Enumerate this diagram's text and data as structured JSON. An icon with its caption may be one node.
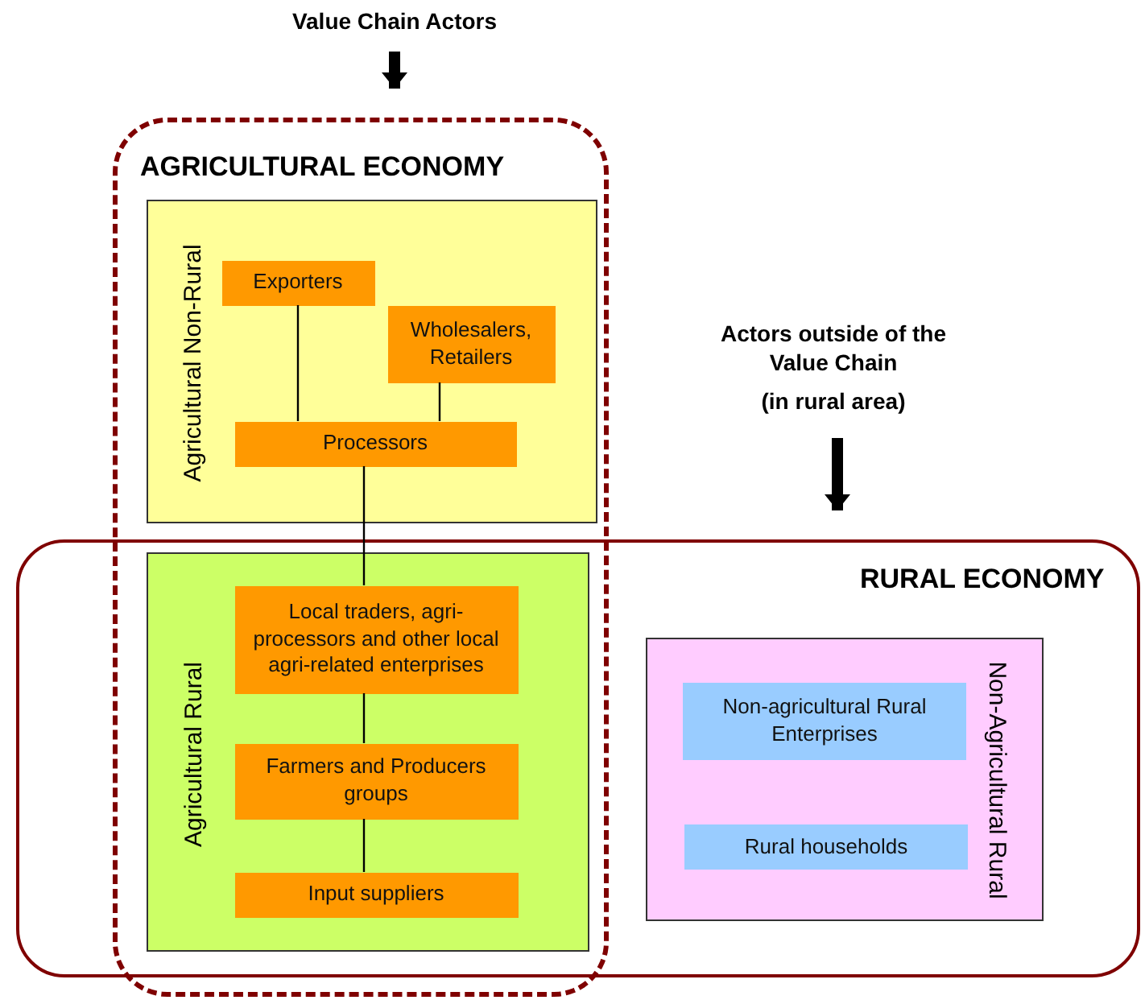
{
  "diagram": {
    "nodes": [
      {
        "text": [
          "AGRICULTURAL ECONOMY"
        ]
      },
      {
        "text": [
          "RURAL ECONOMY"
        ]
      },
      {
        "text": [
          "Agricultural Non-Rural"
        ],
        "in": 0
      },
      {
        "text": [
          "Exporters"
        ],
        "in": 2
      },
      {
        "text": [
          "Wholesalers, Retailers"
        ],
        "in": 2
      },
      {
        "text": [
          "Processors"
        ],
        "in": 2
      },
      {
        "text": [
          "Agricultural Rural"
        ]
      },
      {
        "text": [
          "Local traders, agri-processors and other local agri-related enterprises"
        ],
        "in": 6
      },
      {
        "text": [
          "Farmers and Producers groups"
        ],
        "in": 6
      },
      {
        "text": [
          "Input suppliers"
        ],
        "in": 6
      },
      {
        "text": [
          "Non-Agricultural Rural"
        ],
        "in": 1
      },
      {
        "text": [
          "Non-agricultural Rural Enterprises"
        ],
        "in": 10
      },
      {
        "text": [
          "Rural households"
        ],
        "in": 10
      },
      {
        "text": [
          "Value Chain Actors"
        ]
      },
      {
        "text": [
          "Actors outside of the Value Chain",
          "(in rural area)"
        ]
      }
    ],
    "edges": [
      {
        "from": 3,
        "to": 5,
        "arrow": "none"
      },
      {
        "from": 4,
        "to": 5,
        "arrow": "none"
      },
      {
        "from": 5,
        "to": 7,
        "arrow": "none"
      },
      {
        "from": 7,
        "to": 8,
        "arrow": "none"
      },
      {
        "from": 8,
        "to": 9,
        "arrow": "none"
      },
      {
        "from": 13,
        "to": 0,
        "arrow": "to",
        "style": "thick"
      },
      {
        "from": 14,
        "to": 1,
        "arrow": "to",
        "style": "thick"
      }
    ]
  }
}
